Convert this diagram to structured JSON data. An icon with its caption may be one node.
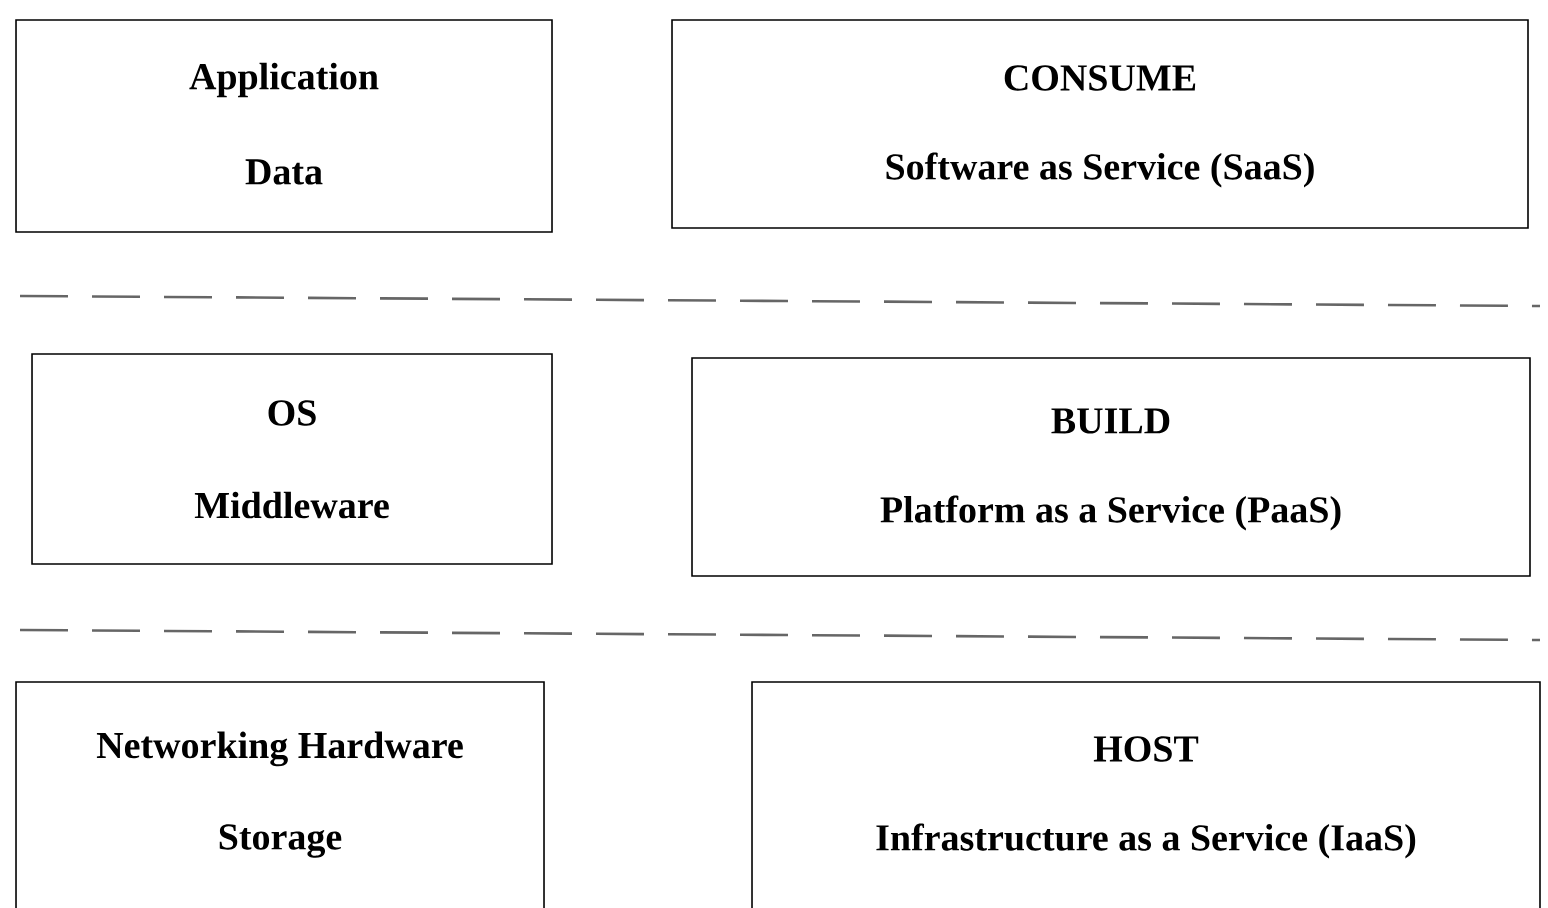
{
  "diagram": {
    "nodes": [
      {
        "text": [
          "Application",
          "Data"
        ]
      },
      {
        "text": [
          "CONSUME",
          "Software as Service (SaaS)"
        ]
      },
      {
        "text": [
          "OS",
          "Middleware"
        ]
      },
      {
        "text": [
          "BUILD",
          "Platform as a Service (PaaS)"
        ]
      },
      {
        "text": [
          "Networking Hardware",
          "Storage"
        ]
      },
      {
        "text": [
          "HOST",
          "Infrastructure as a Service (IaaS)"
        ]
      }
    ]
  }
}
